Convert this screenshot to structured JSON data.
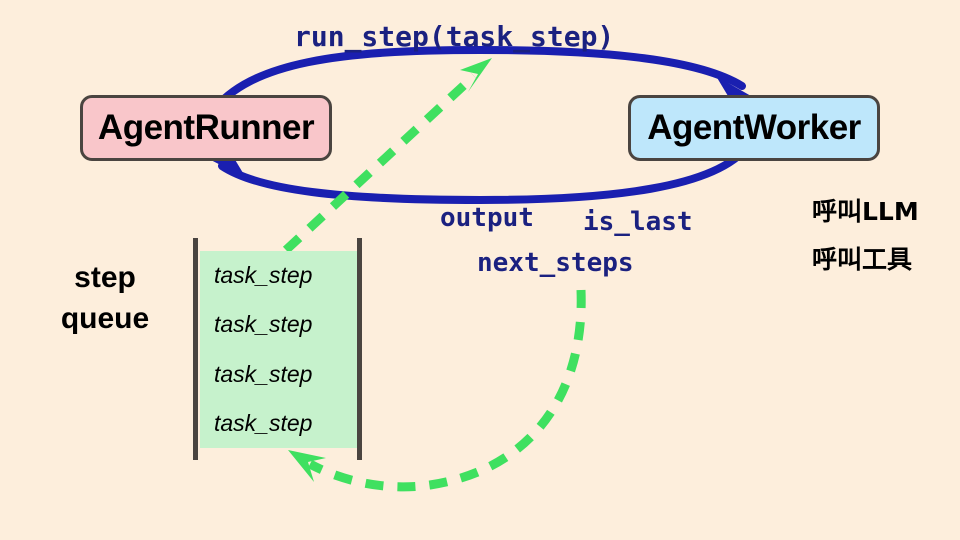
{
  "diagram": {
    "title": "Agent run_step loop with step queue",
    "background_color": "#FDEEDC"
  },
  "nodes": [
    {
      "id": "agent-runner",
      "label": "AgentRunner",
      "fill": "#F9C6CA",
      "border": "#4A4440"
    },
    {
      "id": "agent-worker",
      "label": "AgentWorker",
      "fill": "#BEE7FB",
      "border": "#4A4440"
    }
  ],
  "edge_labels": {
    "run_step": "run_step(task_step)",
    "output": "output",
    "is_last": "is_last",
    "next_steps": "next_steps"
  },
  "annotations": {
    "call_llm": "呼叫LLM",
    "call_tool": "呼叫工具"
  },
  "queue": {
    "title_line1": "step",
    "title_line2": "queue",
    "fill": "#C6F2CC",
    "bar_color": "#4A4440",
    "items": [
      "task_step",
      "task_step",
      "task_step",
      "task_step"
    ]
  },
  "colors": {
    "blue_arrow": "#1A1FB0",
    "green_arrow": "#3FE060",
    "text_navy": "#1B2180",
    "text_black": "#000000"
  }
}
